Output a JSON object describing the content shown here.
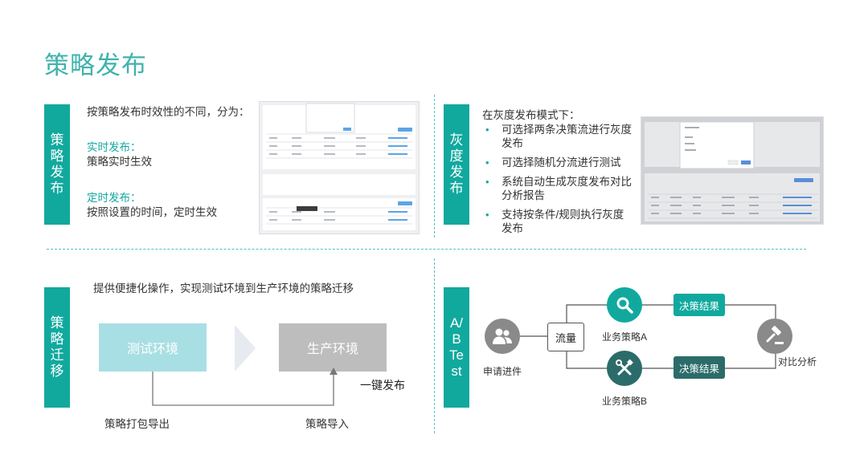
{
  "page_title": "策略发布",
  "tabs": {
    "policy_publish": "策略发布",
    "gray_publish": "灰度发布",
    "policy_migrate": "策略迁移",
    "abtest": "A/BTest"
  },
  "publish": {
    "intro": "按策略发布时效性的不同，分为：",
    "realtime_title": "实时发布：",
    "realtime_desc": "策略实时生效",
    "scheduled_title": "定时发布：",
    "scheduled_desc": "按照设置的时间，定时生效"
  },
  "gray": {
    "intro": "在灰度发布模式下：",
    "items": [
      "可选择两条决策流进行灰度发布",
      "可选择随机分流进行测试",
      "系统自动生成灰度发布对比分析报告",
      "支持按条件/规则执行灰度发布"
    ]
  },
  "migrate": {
    "intro": "提供便捷化操作，实现测试环境到生产环境的策略迁移",
    "test_env": "测试环境",
    "prod_env": "生产环境",
    "one_click": "一键发布",
    "export": "策略打包导出",
    "import": "策略导入"
  },
  "abtest": {
    "apply": "申请进件",
    "flow": "流量",
    "strategy_a": "业务策略A",
    "strategy_b": "业务策略B",
    "result_a": "决策结果",
    "result_b": "决策结果",
    "compare": "对比分析"
  },
  "colors": {
    "teal": "#11a99e",
    "dark_teal": "#2b6c6a",
    "light_cyan": "#a8dfe4",
    "gray_box": "#bdbdbd",
    "gray_circle": "#8a8a8a"
  }
}
